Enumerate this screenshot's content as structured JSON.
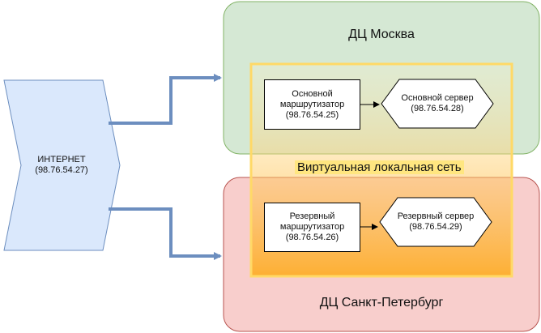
{
  "internet": {
    "label": "ИНТЕРНЕТ\n(98.76.54.27)"
  },
  "vlan": {
    "label": "Виртуальная локальная сеть"
  },
  "dc_moscow": {
    "title": "ДЦ Москва",
    "router": "Основной\nмаршрутизатор\n(98.76.54.25)",
    "server": "Основной сервер\n(98.76.54.28)"
  },
  "dc_spb": {
    "title": "ДЦ Санкт-Петербург",
    "router": "Резервный\nмаршрутизатор\n(98.76.54.26)",
    "server": "Резервный сервер\n(98.76.54.29)"
  },
  "colors": {
    "moscow_fill": "#d5e8d4",
    "moscow_stroke": "#82b366",
    "spb_fill": "#f8cecc",
    "spb_stroke": "#b85450",
    "internet_fill": "#dae8fc",
    "internet_stroke": "#6c8ebf",
    "vlan_stroke": "#ffd966",
    "arrow": "#6c8ebf"
  }
}
